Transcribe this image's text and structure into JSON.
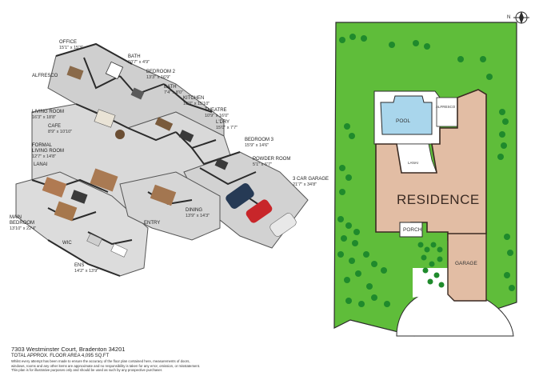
{
  "rooms": [
    {
      "id": "office",
      "name": "OFFICE",
      "dim": "15'1\" x 15'3\""
    },
    {
      "id": "bath1",
      "name": "BATH",
      "dim": "10'7\" x 4'9\""
    },
    {
      "id": "alfresco",
      "name": "ALFRESCO",
      "dim": ""
    },
    {
      "id": "bedroom2",
      "name": "BEDROOM 2",
      "dim": "13'3\" x 16'9\""
    },
    {
      "id": "bath2",
      "name": "BATH",
      "dim": "7'4\" x 8'0\""
    },
    {
      "id": "kitchen",
      "name": "KITCHEN",
      "dim": "10'0\" x 15'10\""
    },
    {
      "id": "living",
      "name": "LIVING ROOM",
      "dim": "16'3\" x 18'8\""
    },
    {
      "id": "theatre",
      "name": "THEATRE",
      "dim": "10'9\" x 16'0\""
    },
    {
      "id": "cafe",
      "name": "CAFE",
      "dim": "8'9\" x 10'10\""
    },
    {
      "id": "ldry",
      "name": "L'DRY",
      "dim": "15'0\" x 7'7\""
    },
    {
      "id": "formal",
      "name": "FORMAL\nLIVING ROOM",
      "dim": "12'7\" x 14'8\""
    },
    {
      "id": "bedroom3",
      "name": "BEDROOM 3",
      "dim": "15'9\" x 14'6\""
    },
    {
      "id": "lanai",
      "name": "LANAI",
      "dim": ""
    },
    {
      "id": "powder",
      "name": "POWDER ROOM",
      "dim": "5'1\" x 6'7\""
    },
    {
      "id": "garage3",
      "name": "3 CAR GARAGE",
      "dim": "21'7\" x 34'8\""
    },
    {
      "id": "main",
      "name": "MAIN\nBEDROOM",
      "dim": "13'10\" x 22'4\""
    },
    {
      "id": "entry",
      "name": "ENTRY",
      "dim": ""
    },
    {
      "id": "dining",
      "name": "DINING",
      "dim": "13'9\" x 14'3\""
    },
    {
      "id": "wic",
      "name": "WIC",
      "dim": ""
    },
    {
      "id": "ens",
      "name": "ENS",
      "dim": "14'2\" x 13'9\""
    }
  ],
  "footer": {
    "address": "7303 Westminster Court, Bradenton 34201",
    "area": "TOTAL APPROX. FLOOR AREA 4,095 SQ.FT",
    "disclaimer": [
      "Whilst every attempt has been made to ensure the accuracy of the floor plan contained here, measurements of doors,",
      "windows, rooms and any other items are approximate and no responsibility is taken for any error, omission, or misstatement.",
      "This plan is for illustrative purposes only and should be used as such by any prospective purchaser."
    ]
  },
  "site": {
    "residence": "RESIDENCE",
    "pool": "POOL",
    "alfresco": "ALFRESCO",
    "lanai": "LANAI",
    "porch": "PORCH",
    "garage": "GARAGE",
    "north": "N"
  },
  "colors": {
    "grass": "#5fbd3a",
    "tree": "#1f8a2c",
    "residence": "#e2bda4",
    "residence_outline": "#3a2a22",
    "pool": "#a9d6ec",
    "paving": "#ffffff",
    "floor": "#d8d8d8",
    "walls": "#2b2b2b"
  }
}
